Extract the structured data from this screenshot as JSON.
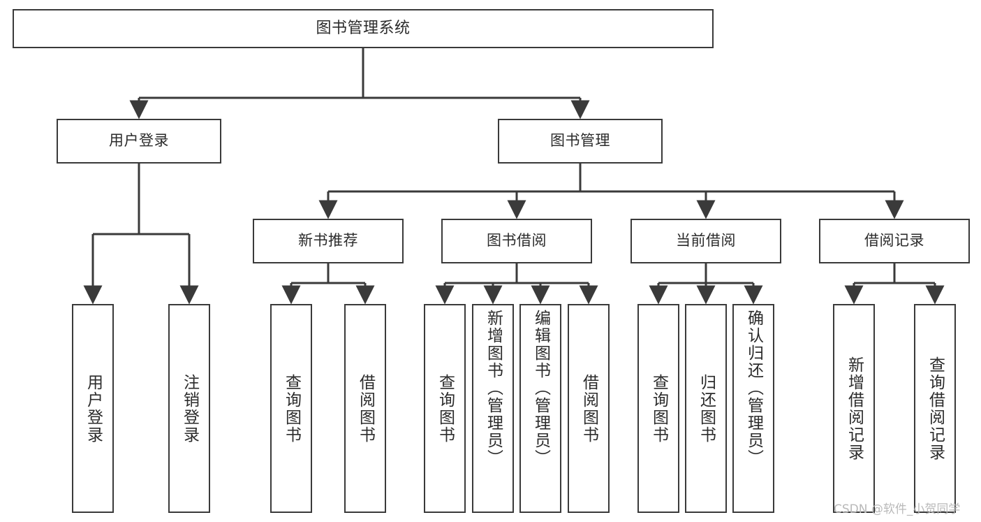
{
  "diagram": {
    "title": "图书管理系统",
    "type": "tree",
    "colors": {
      "node_border": "#3a3a3a",
      "node_fill": "#ffffff",
      "edge": "#3a3a3a",
      "text": "#2b2b2b",
      "watermark": "#b9b9b9"
    },
    "root": {
      "label": "图书管理系统"
    },
    "level1": [
      {
        "label": "用户登录"
      },
      {
        "label": "图书管理"
      }
    ],
    "level2": [
      {
        "label": "新书推荐"
      },
      {
        "label": "图书借阅"
      },
      {
        "label": "当前借阅"
      },
      {
        "label": "借阅记录"
      }
    ],
    "leaves": {
      "user_login": [
        {
          "label": "用户登录"
        },
        {
          "label": "注销登录"
        }
      ],
      "new_book_recommend": [
        {
          "label": "查询图书"
        },
        {
          "label": "借阅图书"
        }
      ],
      "book_borrow": [
        {
          "label": "查询图书"
        },
        {
          "label": "新增图书（管理员）"
        },
        {
          "label": "编辑图书（管理员）"
        },
        {
          "label": "借阅图书"
        }
      ],
      "current_borrow": [
        {
          "label": "查询图书"
        },
        {
          "label": "归还图书"
        },
        {
          "label": "确认归还（管理员）"
        }
      ],
      "borrow_record": [
        {
          "label": "新增借阅记录"
        },
        {
          "label": "查询借阅记录"
        }
      ]
    }
  },
  "watermark": {
    "text": "CSDN @软件_小贺同学"
  }
}
